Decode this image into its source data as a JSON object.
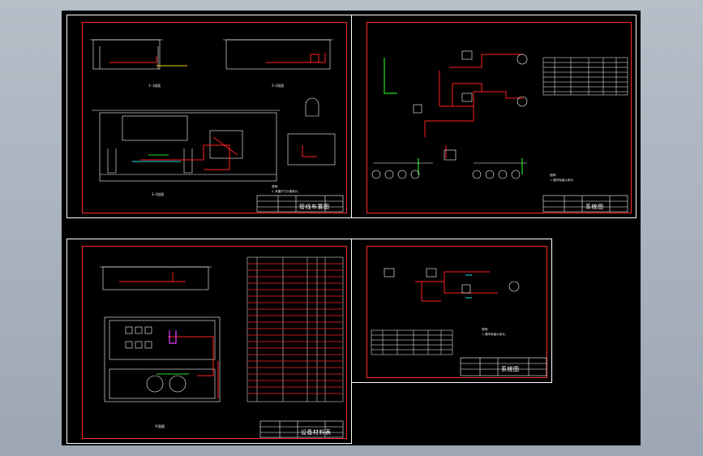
{
  "window": {
    "title": ""
  },
  "sheets": [
    {
      "id": "top-left",
      "title_block": "管线布置图"
    },
    {
      "id": "top-right",
      "title_block": "系统图"
    },
    {
      "id": "bottom-left",
      "title_block": "设备材料表"
    },
    {
      "id": "bottom-right",
      "title_block": "系统图"
    }
  ],
  "colors": {
    "background": "#000000",
    "sheet_border": "#ffffff",
    "frame": "#ff2a2a",
    "pipe_red": "#ff2020",
    "pipe_green": "#20e020",
    "pipe_cyan": "#20e0e0",
    "pipe_yellow": "#f0d000",
    "pipe_magenta": "#e040ff"
  }
}
